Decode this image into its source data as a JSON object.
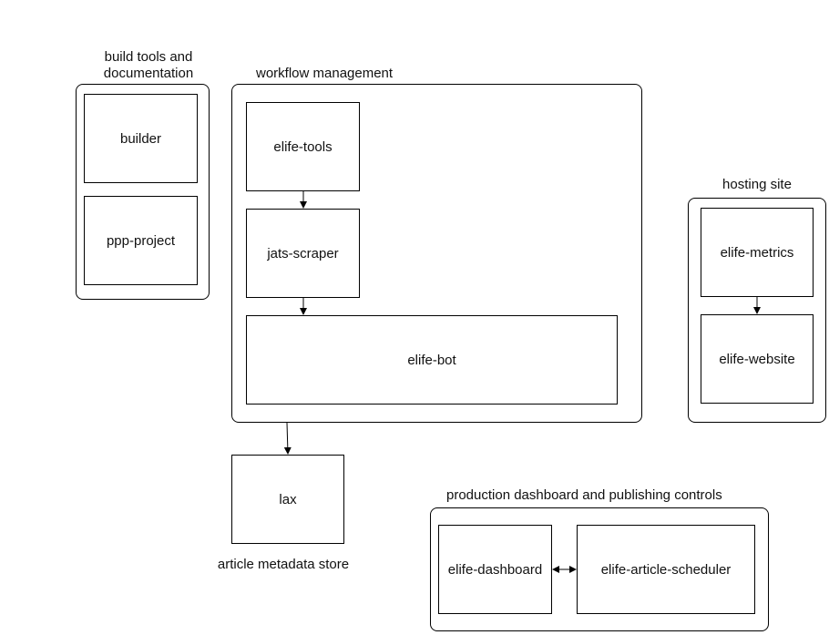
{
  "groups": {
    "build_tools": {
      "title": "build tools and\ndocumentation"
    },
    "workflow": {
      "title": "workflow management"
    },
    "hosting": {
      "title": "hosting site"
    },
    "production": {
      "title": "production dashboard and publishing controls"
    }
  },
  "nodes": {
    "builder": "builder",
    "ppp_project": "ppp-project",
    "elife_tools": "elife-tools",
    "jats_scraper": "jats-scraper",
    "elife_bot": "elife-bot",
    "elife_metrics": "elife-metrics",
    "elife_website": "elife-website",
    "lax": "lax",
    "elife_dashboard": "elife-dashboard",
    "elife_article_scheduler": "elife-article-scheduler"
  },
  "captions": {
    "lax": "article metadata store"
  },
  "edges": [
    {
      "from": "elife-tools",
      "to": "jats-scraper",
      "direction": "forward"
    },
    {
      "from": "jats-scraper",
      "to": "elife-bot",
      "direction": "forward"
    },
    {
      "from": "workflow management",
      "to": "lax",
      "direction": "forward"
    },
    {
      "from": "elife-metrics",
      "to": "elife-website",
      "direction": "forward"
    },
    {
      "from": "elife-dashboard",
      "to": "elife-article-scheduler",
      "direction": "both"
    }
  ],
  "colors": {
    "stroke": "#000000",
    "background": "#ffffff"
  }
}
